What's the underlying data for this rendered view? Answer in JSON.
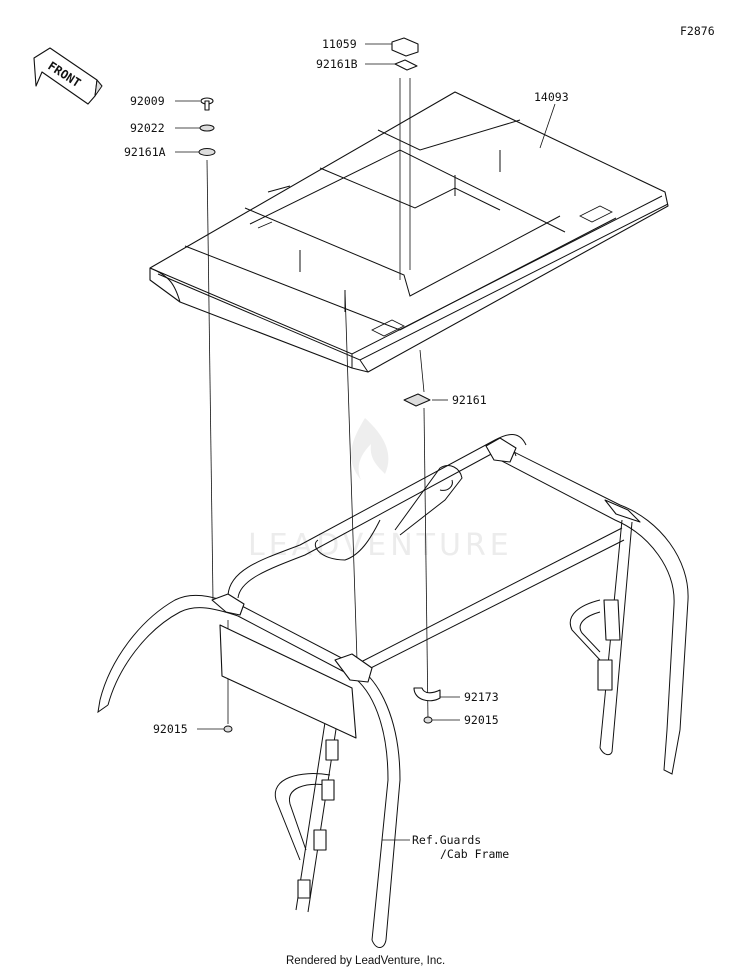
{
  "figure_code": "F2876",
  "front_label": "FRONT",
  "watermark": "LEADVENTURE",
  "footer": "Rendered by LeadVenture, Inc.",
  "callouts": {
    "p11059": "11059",
    "p92161B": "92161B",
    "p14093": "14093",
    "p92009": "92009",
    "p92022": "92022",
    "p92161A": "92161A",
    "p92161": "92161",
    "p92173": "92173",
    "p92015_right": "92015",
    "p92015_left": "92015",
    "ref_line1": "Ref.Guards",
    "ref_line2": "/Cab Frame"
  }
}
